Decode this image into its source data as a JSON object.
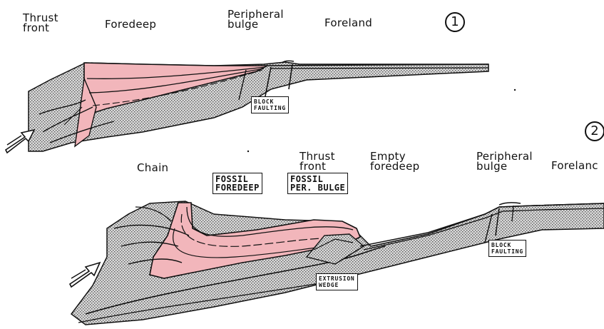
{
  "colors": {
    "basin_fill": "#f2b6bb",
    "stipple": "#7a7a7a",
    "ink": "#111111"
  },
  "panel1": {
    "number": "1",
    "labels": {
      "thrust_front": "Thrust\nfront",
      "foredeep": "Foredeep",
      "peripheral_bulge": "Peripheral\nbulge",
      "foreland": "Foreland"
    },
    "boxes": {
      "block_faulting": "BLOCK\nFAULTING"
    }
  },
  "panel2": {
    "number": "2",
    "labels": {
      "chain": "Chain",
      "thrust_front": "Thrust\nfront",
      "empty_foredeep": "Empty\nforedeep",
      "peripheral_bulge": "Peripheral\nbulge",
      "foreland": "Forelanc"
    },
    "boxes": {
      "fossil_foredeep": "FOSSIL\nFOREDEEP",
      "fossil_per_bulge": "FOSSIL\nPER. BULGE",
      "extrusion_wedge": "EXTRUSION\nWEDGE",
      "block_faulting": "BLOCK\nFAULTING"
    }
  },
  "icons": [
    "arrow-icon"
  ]
}
